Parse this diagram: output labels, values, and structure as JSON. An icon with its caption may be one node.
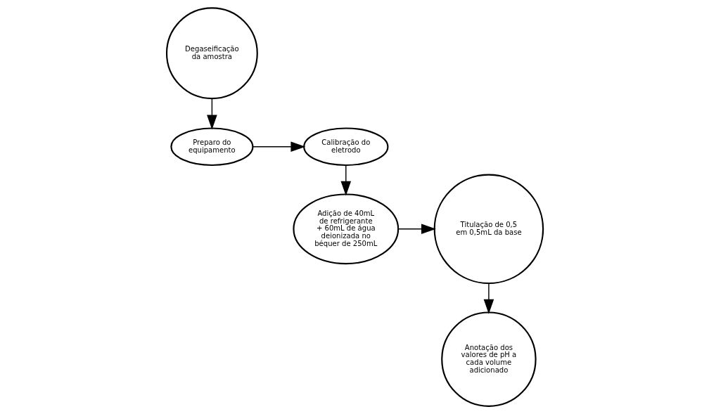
{
  "diagram": {
    "nodes": [
      {
        "text": [
          "Degaseificação da amostra"
        ]
      },
      {
        "text": [
          "Preparo do equipamento"
        ]
      },
      {
        "text": [
          "Calibração do eletrodo"
        ]
      },
      {
        "text": [
          "Adição de 40mL de refrigerante + 60mL de água deionizada no béquer de 250mL"
        ]
      },
      {
        "text": [
          "Titulação de 0,5 em 0,5mL da base"
        ]
      },
      {
        "text": [
          "Anotação dos valores de pH a cada volume adicionado"
        ]
      }
    ],
    "edges": [
      {
        "from": 0,
        "to": 1,
        "arrow": "to"
      },
      {
        "from": 1,
        "to": 2,
        "arrow": "to"
      },
      {
        "from": 2,
        "to": 3,
        "arrow": "to"
      },
      {
        "from": 3,
        "to": 4,
        "arrow": "to"
      },
      {
        "from": 4,
        "to": 5,
        "arrow": "to"
      }
    ]
  }
}
